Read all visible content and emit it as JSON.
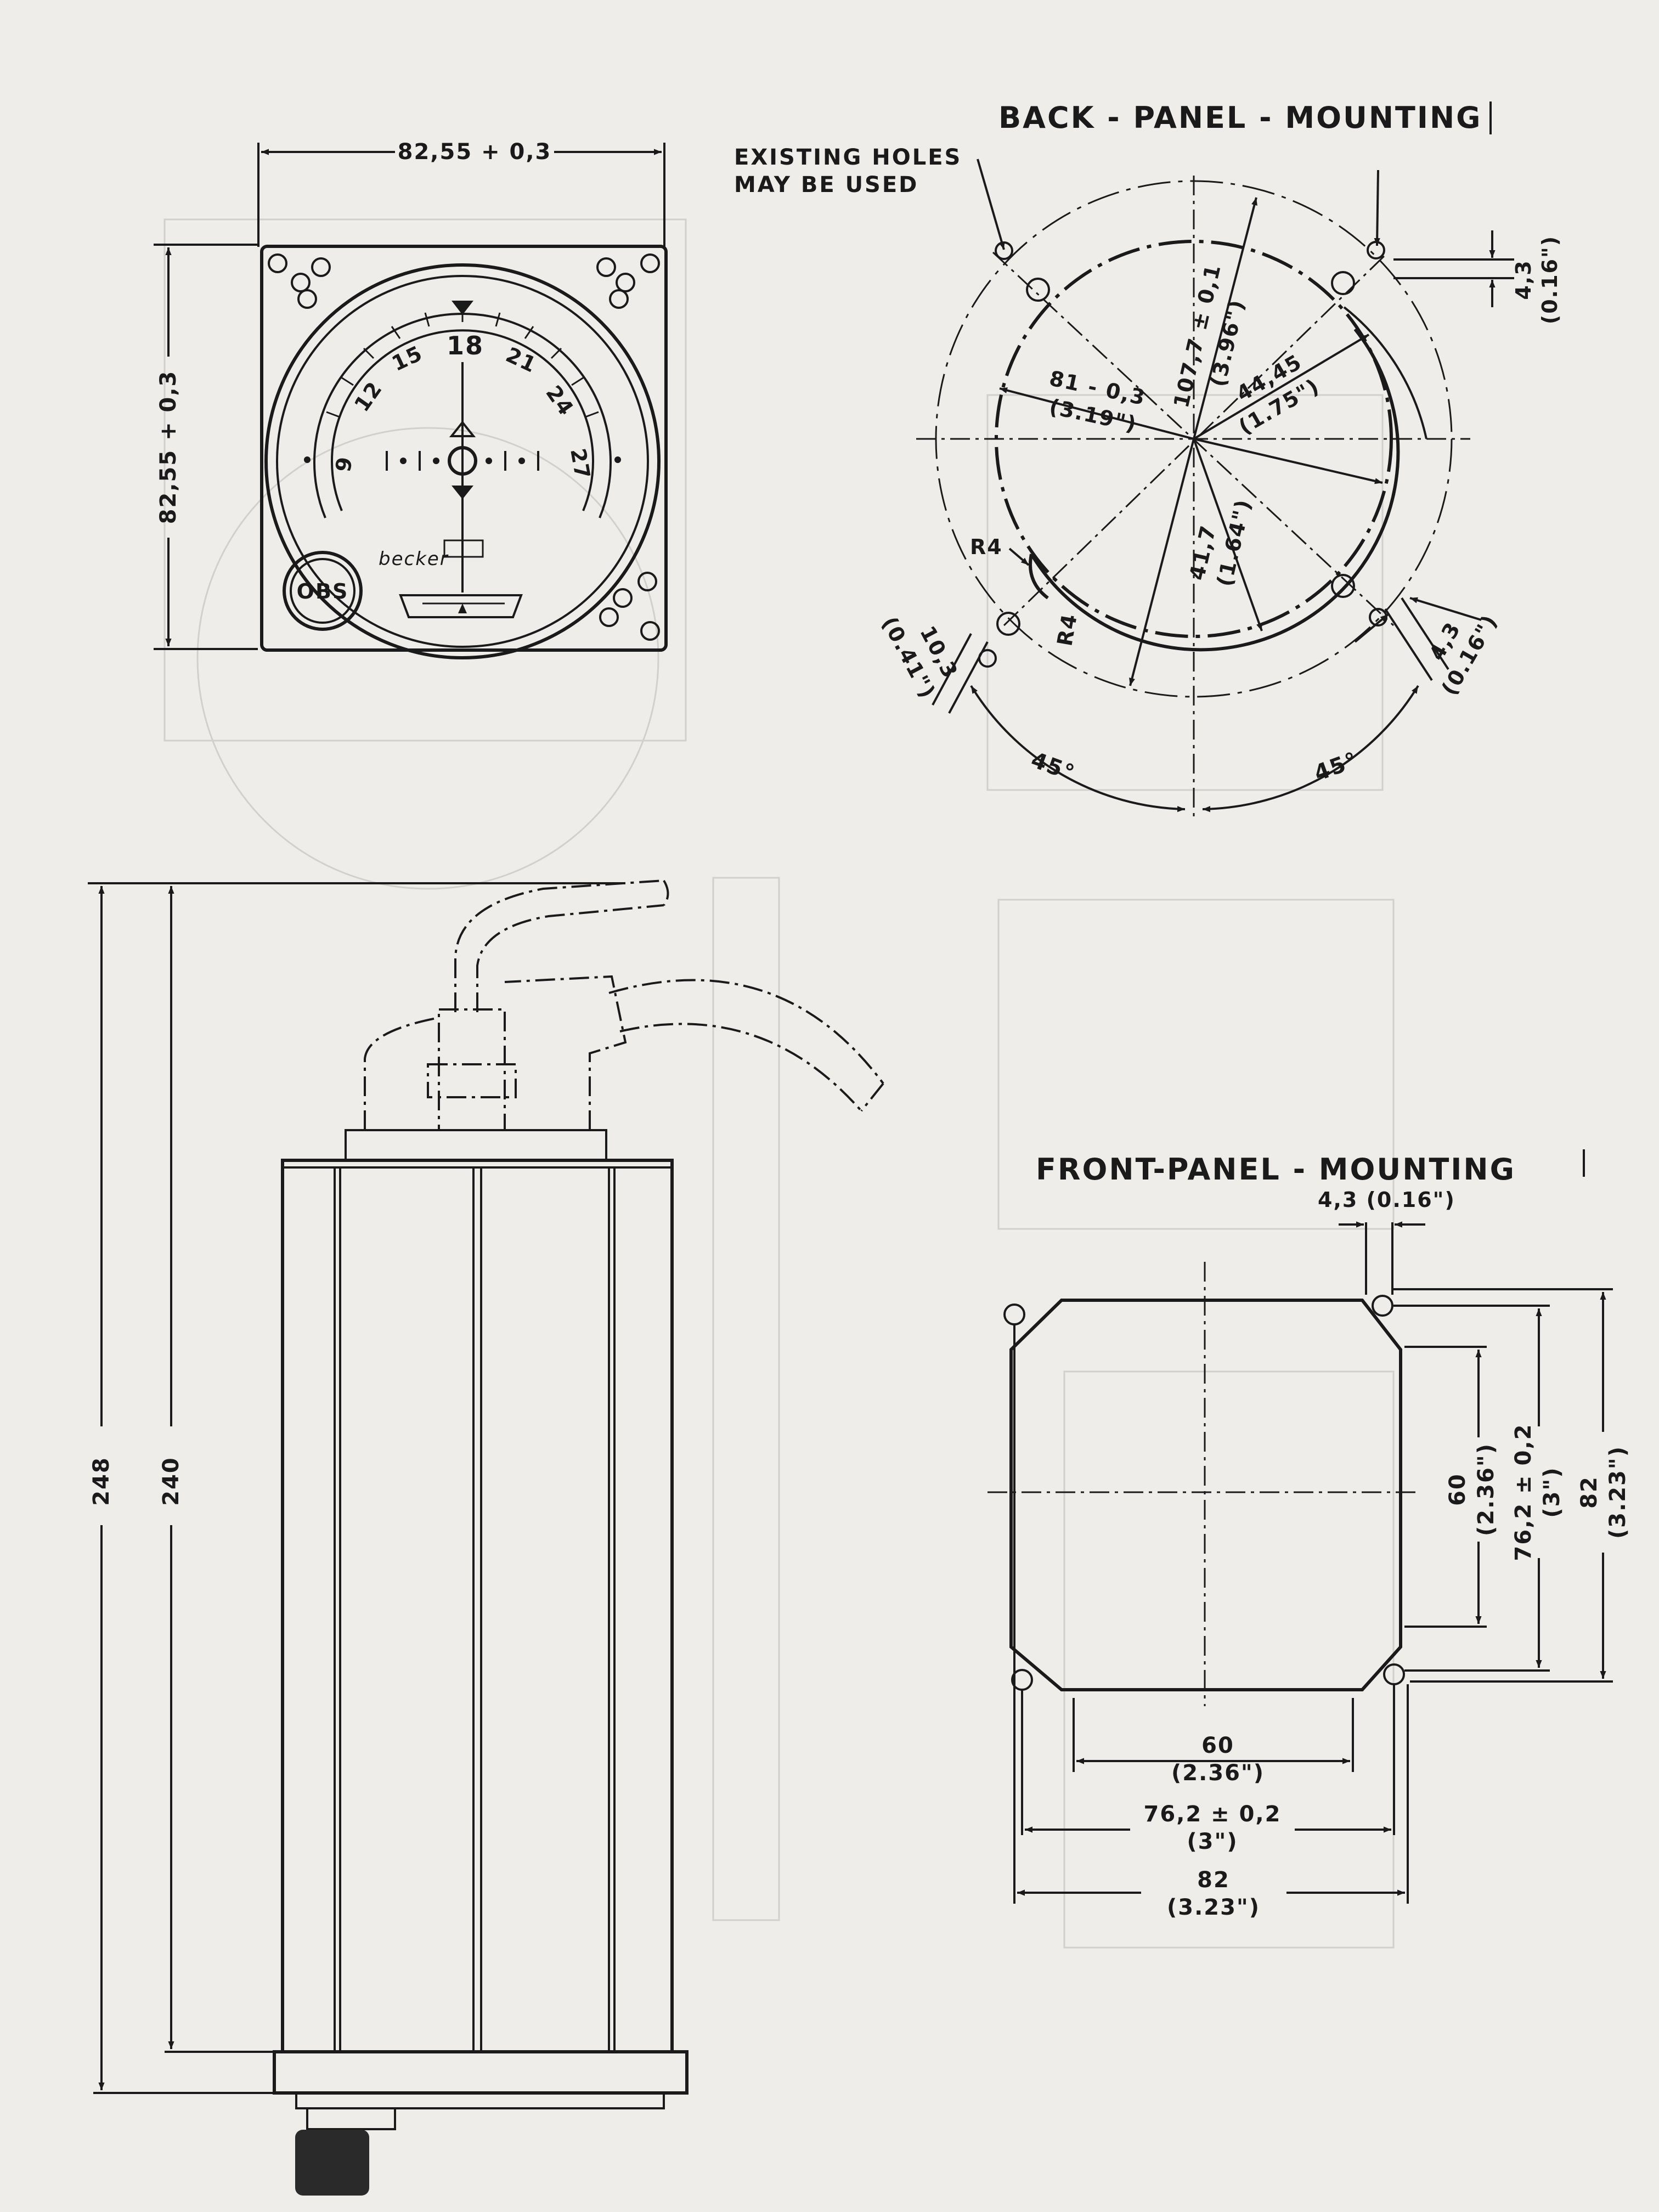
{
  "back_panel": {
    "title": "BACK - PANEL - MOUNTING",
    "note_line1": "EXISTING HOLES",
    "note_line2": "MAY BE USED",
    "dim_107": "107,7 ± 0,1",
    "dim_107_in": "(3.96\")",
    "dim_81": "81 - 0,3",
    "dim_81_in": "(3.19\")",
    "dim_4445": "44,45",
    "dim_4445_in": "(1.75\")",
    "dim_417": "41,7",
    "dim_417_in": "(1.64\")",
    "dim_r4a": "R4",
    "dim_r4b": "R4",
    "dim_103": "10,3",
    "dim_103_in": "(0.41\")",
    "dim_43_top": "4,3",
    "dim_43_top_in": "(0.16\")",
    "dim_43_bot": "4,3",
    "dim_43_bot_in": "(0.16\")",
    "angle_left": "45°",
    "angle_right": "45°"
  },
  "instrument": {
    "width_dim": "82,55 + 0,3",
    "height_dim": "82,55 + 0,3",
    "scale_labels": [
      "9",
      "12",
      "15",
      "18",
      "21",
      "24",
      "27"
    ],
    "brand": "becker",
    "obs_label": "OBS"
  },
  "side_view": {
    "dim_248": "248",
    "dim_240": "240"
  },
  "front_panel": {
    "title": "FRONT-PANEL - MOUNTING",
    "dim_43": "4,3 (0.16\")",
    "dim_60": "60",
    "dim_60_in": "(2.36\")",
    "dim_762": "76,2 ± 0,2",
    "dim_762_in": "(3\")",
    "dim_82": "82",
    "dim_82_in": "(3.23\")",
    "vdim_60": "60",
    "vdim_60_in": "(2.36\")",
    "vdim_762": "76,2 ± 0,2",
    "vdim_762_in": "(3\")",
    "vdim_82": "82",
    "vdim_82_in": "(3.23\")"
  }
}
